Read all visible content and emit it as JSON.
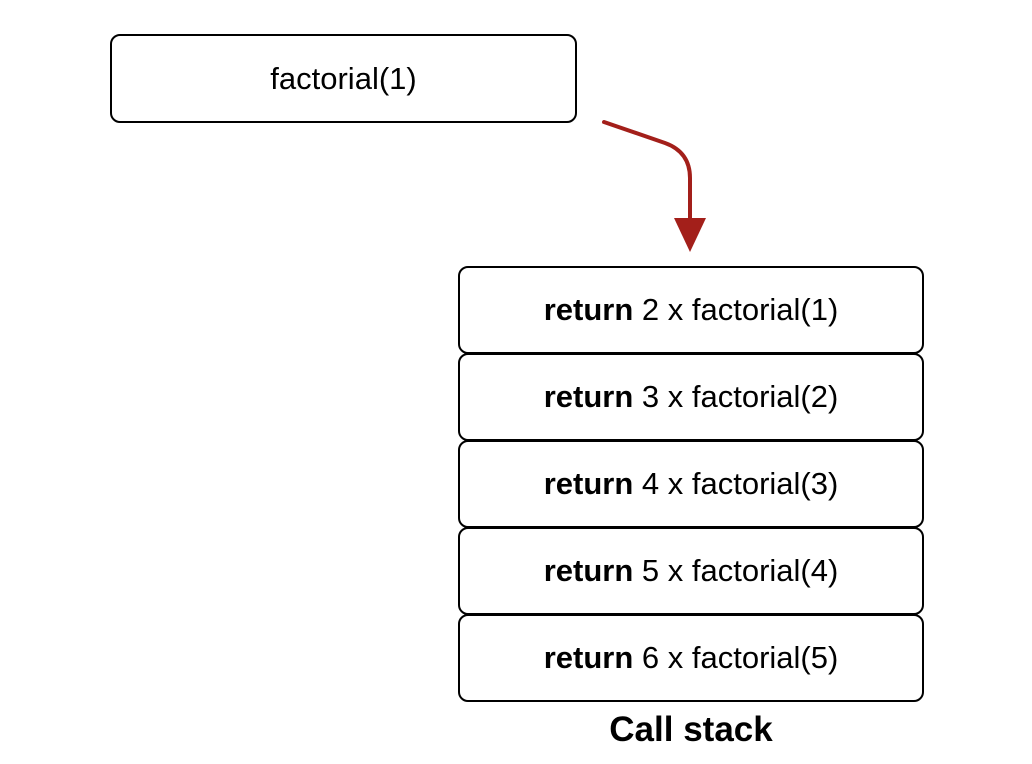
{
  "current_call": {
    "label": "factorial(1)"
  },
  "arrow": {
    "color": "#a31f1a"
  },
  "call_stack": {
    "caption": "Call stack",
    "frames": [
      {
        "keyword": "return",
        "expression": " 2 x factorial(1)"
      },
      {
        "keyword": "return",
        "expression": " 3 x factorial(2)"
      },
      {
        "keyword": "return",
        "expression": " 4 x factorial(3)"
      },
      {
        "keyword": "return",
        "expression": " 5 x factorial(4)"
      },
      {
        "keyword": "return",
        "expression": " 6 x factorial(5)"
      }
    ]
  }
}
